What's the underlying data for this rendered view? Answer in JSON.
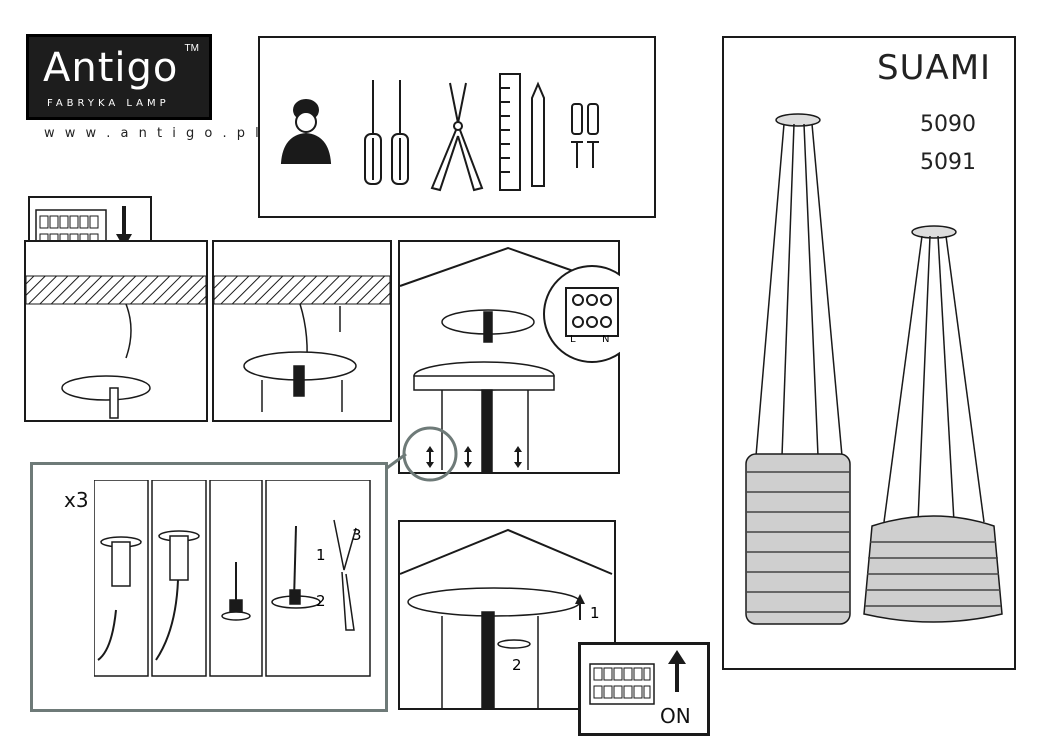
{
  "brand": {
    "name": "Antigo",
    "trademark": "TM",
    "tagline": "FABRYKA LAMP",
    "url": "w w w . a n t i g o . p l"
  },
  "product": {
    "name": "SUAMI",
    "codes": [
      "5090",
      "5091"
    ]
  },
  "steps": {
    "multiplier": "x3",
    "cut_numbers": [
      "1",
      "2",
      "3"
    ],
    "lift_numbers": [
      "1",
      "2"
    ],
    "terminal_labels": [
      "L",
      "N"
    ],
    "power_label": "ON"
  },
  "colors": {
    "ink": "#1a1a1a",
    "accent_circle": "#6e7a78",
    "panel_border": "#1a1a1a"
  }
}
